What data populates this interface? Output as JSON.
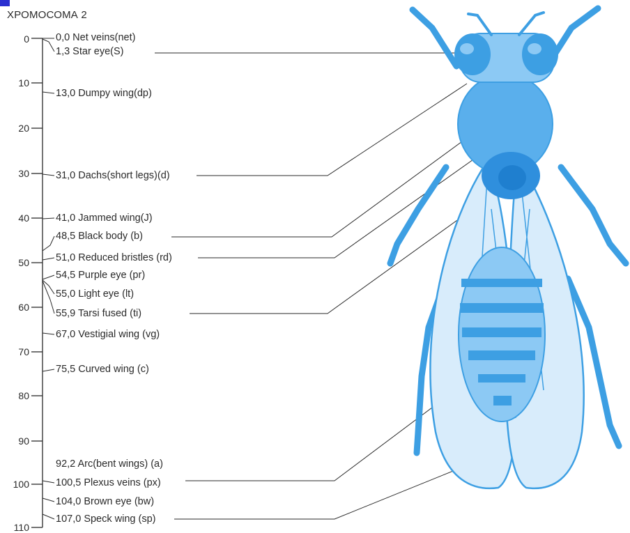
{
  "title": "ХРОМОСОМА 2",
  "scale_ticks": [
    "0",
    "10",
    "20",
    "30",
    "40",
    "50",
    "60",
    "70",
    "80",
    "90",
    "100",
    "110"
  ],
  "genes": [
    "0,0 Net veins(net)",
    "1,3 Star eye(S)",
    "13,0 Dumpy wing(dp)",
    "31,0 Dachs(short legs)(d)",
    "41,0 Jammed wing(J)",
    "48,5 Black body (b)",
    "51,0 Reduced bristles (rd)",
    "54,5 Purple eye (pr)",
    "55,0 Light eye (lt)",
    "55,9 Tarsi fused (ti)",
    "67,0 Vestigial wing (vg)",
    "75,5 Curved wing (c)",
    "92,2 Arc(bent wings) (a)",
    "100,5 Plexus veins (px)",
    "104,0 Brown eye (bw)",
    "107,0 Speck wing (sp)"
  ],
  "colors": {
    "fly": "#3d9fe3",
    "fly_light": "#8cc9f4",
    "fly_dark": "#1f7fcf",
    "ink": "#2a2a2a",
    "accent": "#2a2fd0"
  },
  "illustration": "drosophila-fly"
}
